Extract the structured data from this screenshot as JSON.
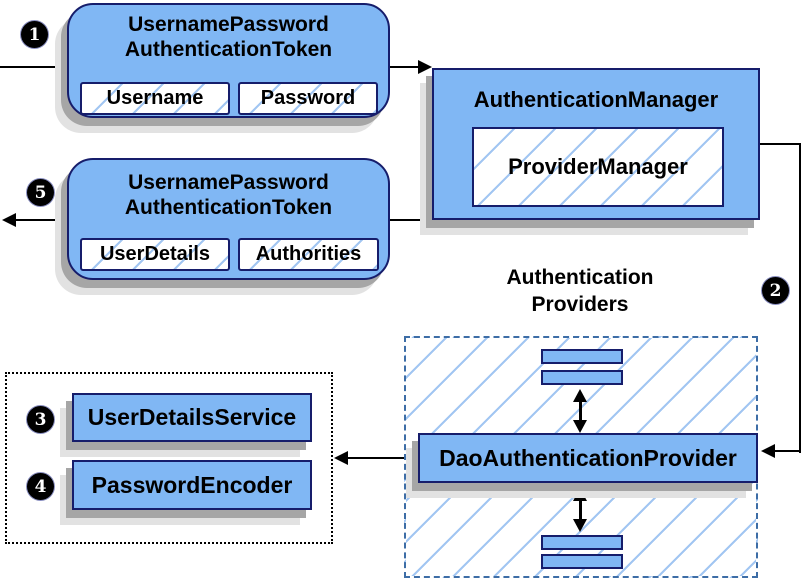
{
  "colors": {
    "box_fill": "#80b7f4",
    "box_border": "#161d6b",
    "hatch_line": "#a2c6f2",
    "dashed_border": "#3d6da6",
    "shadow_dark": "#a6a6a6",
    "shadow_light": "#e2e2e2",
    "connector": "#000000",
    "badge_bg": "#000000",
    "badge_text": "#ffffff"
  },
  "badges": {
    "step1": "1",
    "step2": "2",
    "step3": "3",
    "step4": "4",
    "step5": "5"
  },
  "boxes": {
    "request_token": {
      "title_line1": "UsernamePassword",
      "title_line2": "AuthenticationToken",
      "fields": [
        "Username",
        "Password"
      ]
    },
    "result_token": {
      "title_line1": "UsernamePassword",
      "title_line2": "AuthenticationToken",
      "fields": [
        "UserDetails",
        "Authorities"
      ]
    },
    "authentication_manager": {
      "title": "AuthenticationManager",
      "inner": "ProviderManager"
    },
    "providers_group": {
      "heading_line1": "Authentication",
      "heading_line2": "Providers",
      "provider": "DaoAuthenticationProvider"
    },
    "services": {
      "user_details_service": "UserDetailsService",
      "password_encoder": "PasswordEncoder"
    }
  }
}
